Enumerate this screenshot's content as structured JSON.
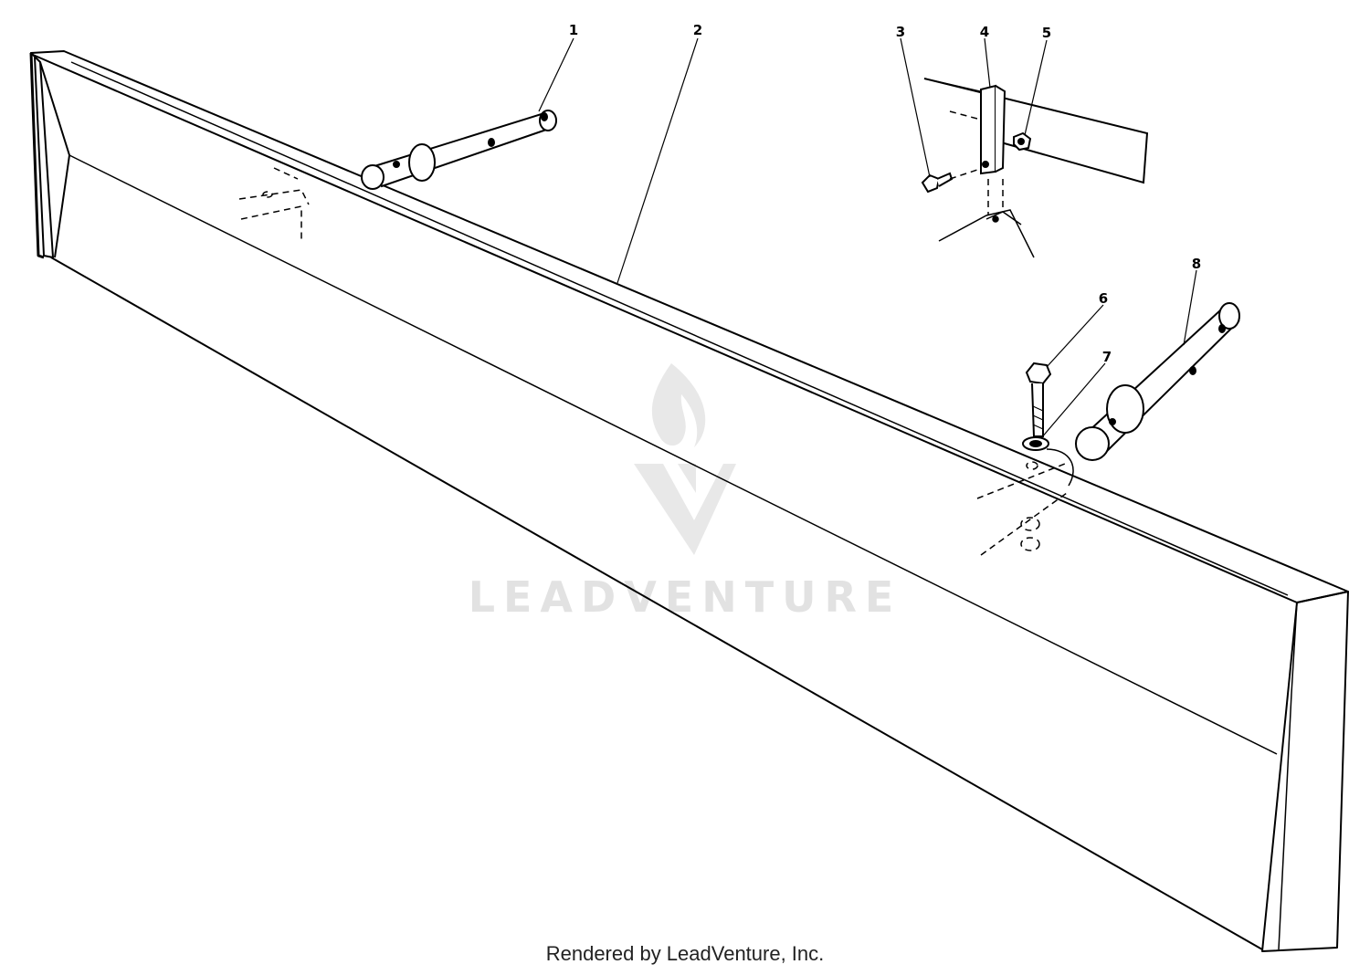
{
  "diagram": {
    "part_labels": [
      "1",
      "2",
      "3",
      "4",
      "5",
      "6",
      "7",
      "8"
    ],
    "watermark": "LEADVENTURE"
  },
  "footer": {
    "text": "Rendered by LeadVenture, Inc."
  },
  "colors": {
    "line": "#000000",
    "watermark": "#e2e2e2",
    "background": "#ffffff"
  }
}
